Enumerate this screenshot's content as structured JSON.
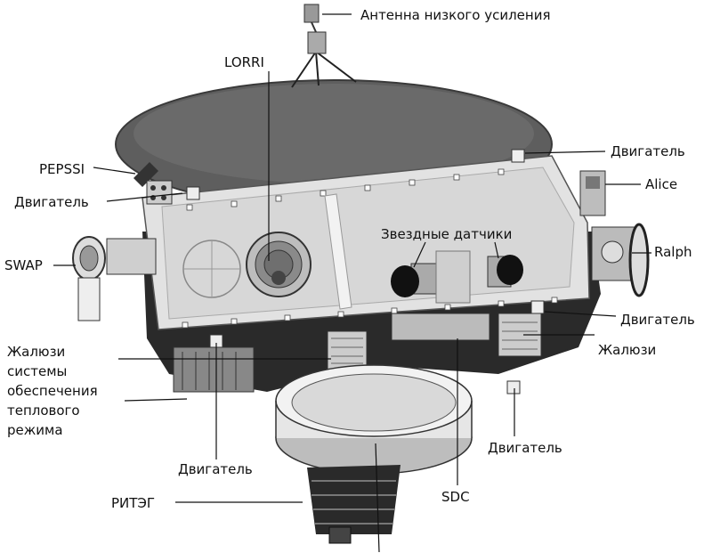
{
  "labels": {
    "antenna": "Антенна низкого усиления",
    "lorri": "LORRI",
    "pepssi": "PEPSSI",
    "engine_top_left": "Двигатель",
    "engine_top_right": "Двигатель",
    "alice": "Alice",
    "star_sensors": "Звездные датчики",
    "swap": "SWAP",
    "ralph": "Ralph",
    "engine_mid_right": "Двигатель",
    "louvers_right": "Жалюзи",
    "louvers_left_1": "Жалюзи",
    "louvers_left_2": "системы",
    "louvers_left_3": "обеспечения",
    "louvers_left_4": "теплового",
    "louvers_left_5": "режима",
    "engine_bottom_left": "Двигатель",
    "engine_bottom_right": "Двигатель",
    "rtg": "РИТЭГ",
    "sdc": "SDC"
  },
  "colors": {
    "dish": "#5e5e5e",
    "dish_edge": "#3a3a3a",
    "panel_top": "#e2e2e2",
    "panel_front": "#cfcfcf",
    "dark": "#2a2a2a",
    "metal": "#9a9a9a",
    "leader": "#111111"
  }
}
